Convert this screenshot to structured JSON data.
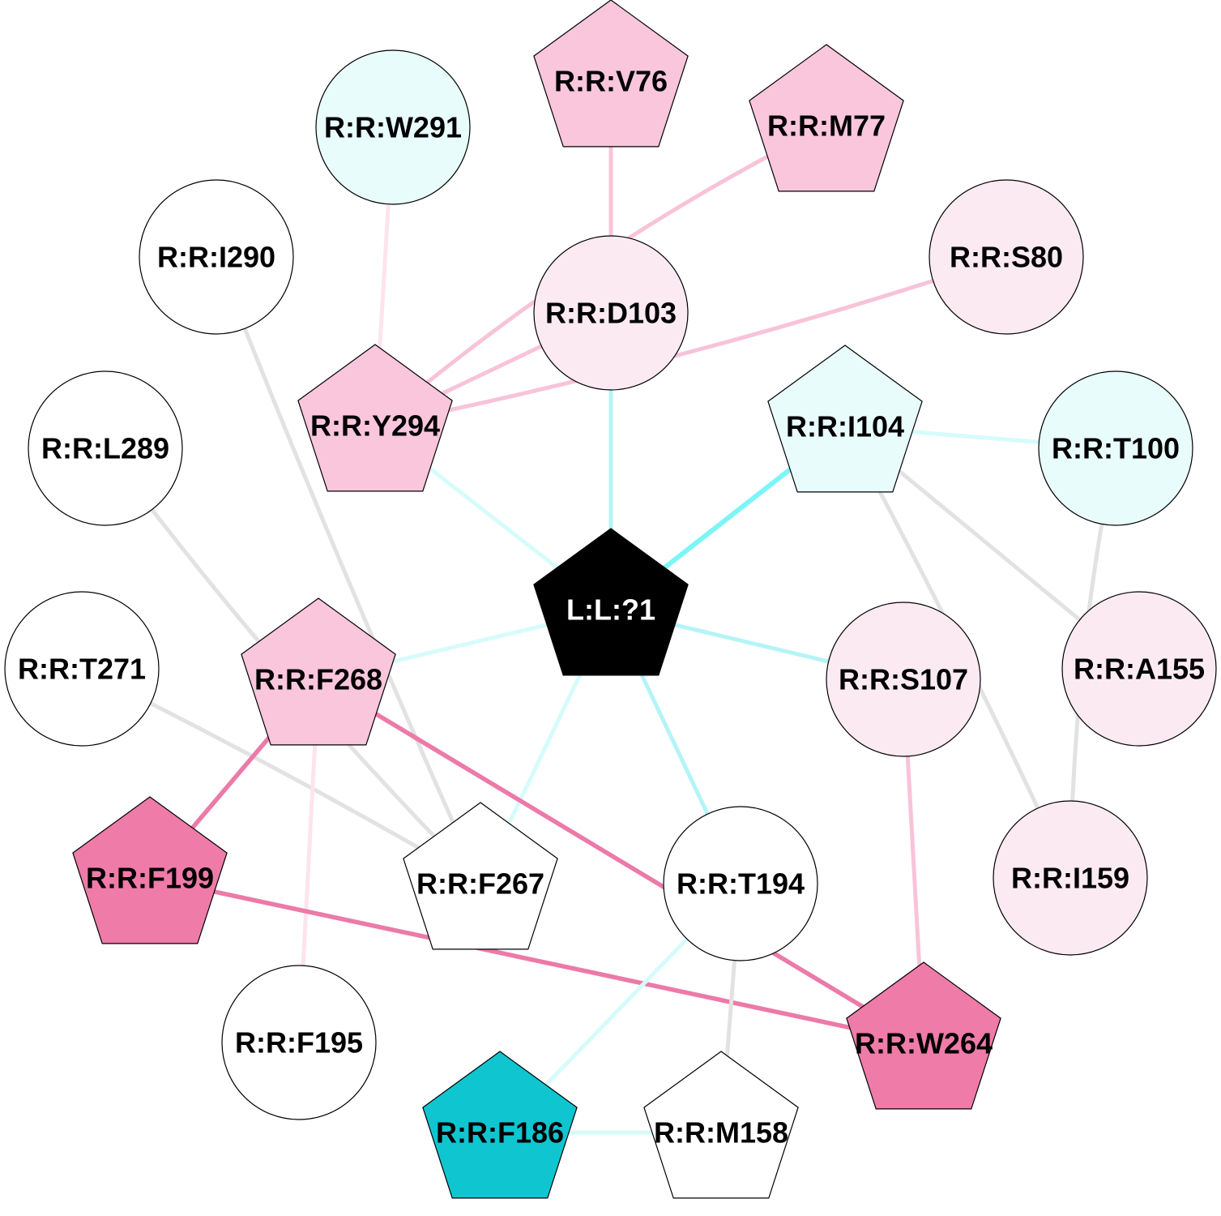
{
  "colors": {
    "pink_light": "#fbeaf2",
    "pink": "#f9c6dc",
    "pink_strong": "#ef7ba9",
    "cyan_light": "#e8fcfc",
    "cyan_strong": "#0fc6d0",
    "edge_grey": "#e2e2e2",
    "edge_cyan_faint": "#d6fbfb",
    "edge_cyan": "#b4f4f7",
    "edge_cyan_strong": "#7cf5f8",
    "edge_pink_faint": "#fde4ec",
    "edge_pink": "#f8c3d8",
    "edge_pink_strong": "#ec7aa8"
  },
  "nodes": [
    {
      "id": "L:L:?1",
      "label": "L:L:?1",
      "shape": "pentagon",
      "fill": "#000000",
      "text": "#ffffff"
    },
    {
      "id": "R:R:V76",
      "label": "R:R:V76",
      "shape": "pentagon",
      "fill": "#f9c6dc",
      "text": "#000000"
    },
    {
      "id": "R:R:M77",
      "label": "R:R:M77",
      "shape": "pentagon",
      "fill": "#f9c6dc",
      "text": "#000000"
    },
    {
      "id": "R:R:W291",
      "label": "R:R:W291",
      "shape": "circle",
      "fill": "#e8fcfc",
      "text": "#000000"
    },
    {
      "id": "R:R:I290",
      "label": "R:R:I290",
      "shape": "circle",
      "fill": "#ffffff",
      "text": "#000000"
    },
    {
      "id": "R:R:D103",
      "label": "R:R:D103",
      "shape": "circle",
      "fill": "#fbeaf2",
      "text": "#000000"
    },
    {
      "id": "R:R:S80",
      "label": "R:R:S80",
      "shape": "circle",
      "fill": "#fbeaf2",
      "text": "#000000"
    },
    {
      "id": "R:R:Y294",
      "label": "R:R:Y294",
      "shape": "pentagon",
      "fill": "#f9c6dc",
      "text": "#000000"
    },
    {
      "id": "R:R:I104",
      "label": "R:R:I104",
      "shape": "pentagon",
      "fill": "#e8fcfc",
      "text": "#000000"
    },
    {
      "id": "R:R:L289",
      "label": "R:R:L289",
      "shape": "circle",
      "fill": "#ffffff",
      "text": "#000000"
    },
    {
      "id": "R:R:T100",
      "label": "R:R:T100",
      "shape": "circle",
      "fill": "#e8fcfc",
      "text": "#000000"
    },
    {
      "id": "R:R:T271",
      "label": "R:R:T271",
      "shape": "circle",
      "fill": "#ffffff",
      "text": "#000000"
    },
    {
      "id": "R:R:F268",
      "label": "R:R:F268",
      "shape": "pentagon",
      "fill": "#f9c6dc",
      "text": "#000000"
    },
    {
      "id": "R:R:S107",
      "label": "R:R:S107",
      "shape": "circle",
      "fill": "#fbeaf2",
      "text": "#000000"
    },
    {
      "id": "R:R:A155",
      "label": "R:R:A155",
      "shape": "circle",
      "fill": "#fbeaf2",
      "text": "#000000"
    },
    {
      "id": "R:R:F199",
      "label": "R:R:F199",
      "shape": "pentagon",
      "fill": "#ef7ba9",
      "text": "#000000"
    },
    {
      "id": "R:R:F267",
      "label": "R:R:F267",
      "shape": "pentagon",
      "fill": "#ffffff",
      "text": "#000000"
    },
    {
      "id": "R:R:T194",
      "label": "R:R:T194",
      "shape": "circle",
      "fill": "#ffffff",
      "text": "#000000"
    },
    {
      "id": "R:R:I159",
      "label": "R:R:I159",
      "shape": "circle",
      "fill": "#fbeaf2",
      "text": "#000000"
    },
    {
      "id": "R:R:F195",
      "label": "R:R:F195",
      "shape": "circle",
      "fill": "#ffffff",
      "text": "#000000"
    },
    {
      "id": "R:R:W264",
      "label": "R:R:W264",
      "shape": "pentagon",
      "fill": "#ef7ba9",
      "text": "#000000"
    },
    {
      "id": "R:R:F186",
      "label": "R:R:F186",
      "shape": "pentagon",
      "fill": "#0fc6d0",
      "text": "#000000"
    },
    {
      "id": "R:R:M158",
      "label": "R:R:M158",
      "shape": "pentagon",
      "fill": "#ffffff",
      "text": "#000000"
    }
  ],
  "edges": [
    {
      "source": "L:L:?1",
      "target": "R:R:D103",
      "color": "#b4f4f7"
    },
    {
      "source": "L:L:?1",
      "target": "R:R:I104",
      "color": "#7cf5f8"
    },
    {
      "source": "L:L:?1",
      "target": "R:R:Y294",
      "color": "#d6fbfb"
    },
    {
      "source": "L:L:?1",
      "target": "R:R:F268",
      "color": "#d6fbfb"
    },
    {
      "source": "L:L:?1",
      "target": "R:R:S107",
      "color": "#b4f4f7"
    },
    {
      "source": "L:L:?1",
      "target": "R:R:F267",
      "color": "#d6fbfb"
    },
    {
      "source": "L:L:?1",
      "target": "R:R:T194",
      "color": "#b4f4f7"
    },
    {
      "source": "R:R:V76",
      "target": "R:R:D103",
      "color": "#f8c3d8"
    },
    {
      "source": "R:R:M77",
      "target": "R:R:Y294",
      "color": "#f8c3d8"
    },
    {
      "source": "R:R:W291",
      "target": "R:R:Y294",
      "color": "#fde4ec"
    },
    {
      "source": "R:R:D103",
      "target": "R:R:Y294",
      "color": "#f8c3d8"
    },
    {
      "source": "R:R:S80",
      "target": "R:R:Y294",
      "color": "#f8c3d8"
    },
    {
      "source": "R:R:I104",
      "target": "R:R:T100",
      "color": "#d6fbfb"
    },
    {
      "source": "R:R:I104",
      "target": "R:R:A155",
      "color": "#e2e2e2"
    },
    {
      "source": "R:R:I104",
      "target": "R:R:I159",
      "color": "#e2e2e2"
    },
    {
      "source": "R:R:T100",
      "target": "R:R:I159",
      "color": "#e2e2e2"
    },
    {
      "source": "R:R:I290",
      "target": "R:R:F267",
      "color": "#e2e2e2"
    },
    {
      "source": "R:R:L289",
      "target": "R:R:F267",
      "color": "#e2e2e2"
    },
    {
      "source": "R:R:T271",
      "target": "R:R:F267",
      "color": "#e2e2e2"
    },
    {
      "source": "R:R:F268",
      "target": "R:R:F199",
      "color": "#ec7aa8"
    },
    {
      "source": "R:R:F268",
      "target": "R:R:W264",
      "color": "#ec7aa8"
    },
    {
      "source": "R:R:F268",
      "target": "R:R:F195",
      "color": "#fde4ec"
    },
    {
      "source": "R:R:F199",
      "target": "R:R:W264",
      "color": "#ec7aa8"
    },
    {
      "source": "R:R:S107",
      "target": "R:R:W264",
      "color": "#f8c3d8"
    },
    {
      "source": "R:R:T194",
      "target": "R:R:F186",
      "color": "#d6fbfb"
    },
    {
      "source": "R:R:T194",
      "target": "R:R:M158",
      "color": "#e2e2e2"
    },
    {
      "source": "R:R:F186",
      "target": "R:R:M158",
      "color": "#d6fbfb"
    }
  ]
}
